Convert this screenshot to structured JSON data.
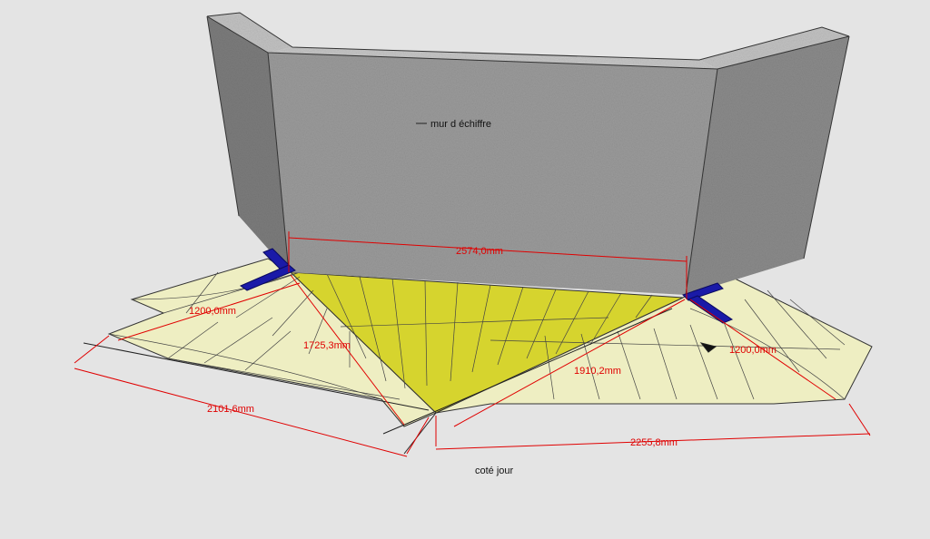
{
  "labels": {
    "wall": "mur d échiffre",
    "side": "coté jour"
  },
  "dimensions": {
    "top_width": "2574,0mm",
    "left_small": "1200,0mm",
    "right_small": "1200,0mm",
    "left_diag": "1725,3mm",
    "right_diag": "1910,2mm",
    "left_bottom": "2101,6mm",
    "right_bottom": "2255,8mm"
  },
  "colors": {
    "background": "#e4e4e4",
    "wall_front": "#9b9b9b",
    "wall_side": "#7c7c7c",
    "wall_top": "#c4c4c4",
    "yellow": "#d6d42e",
    "pale_yellow": "#eeeec2",
    "dimension_red": "#e00000",
    "bracket_blue": "#1a1aa8"
  }
}
